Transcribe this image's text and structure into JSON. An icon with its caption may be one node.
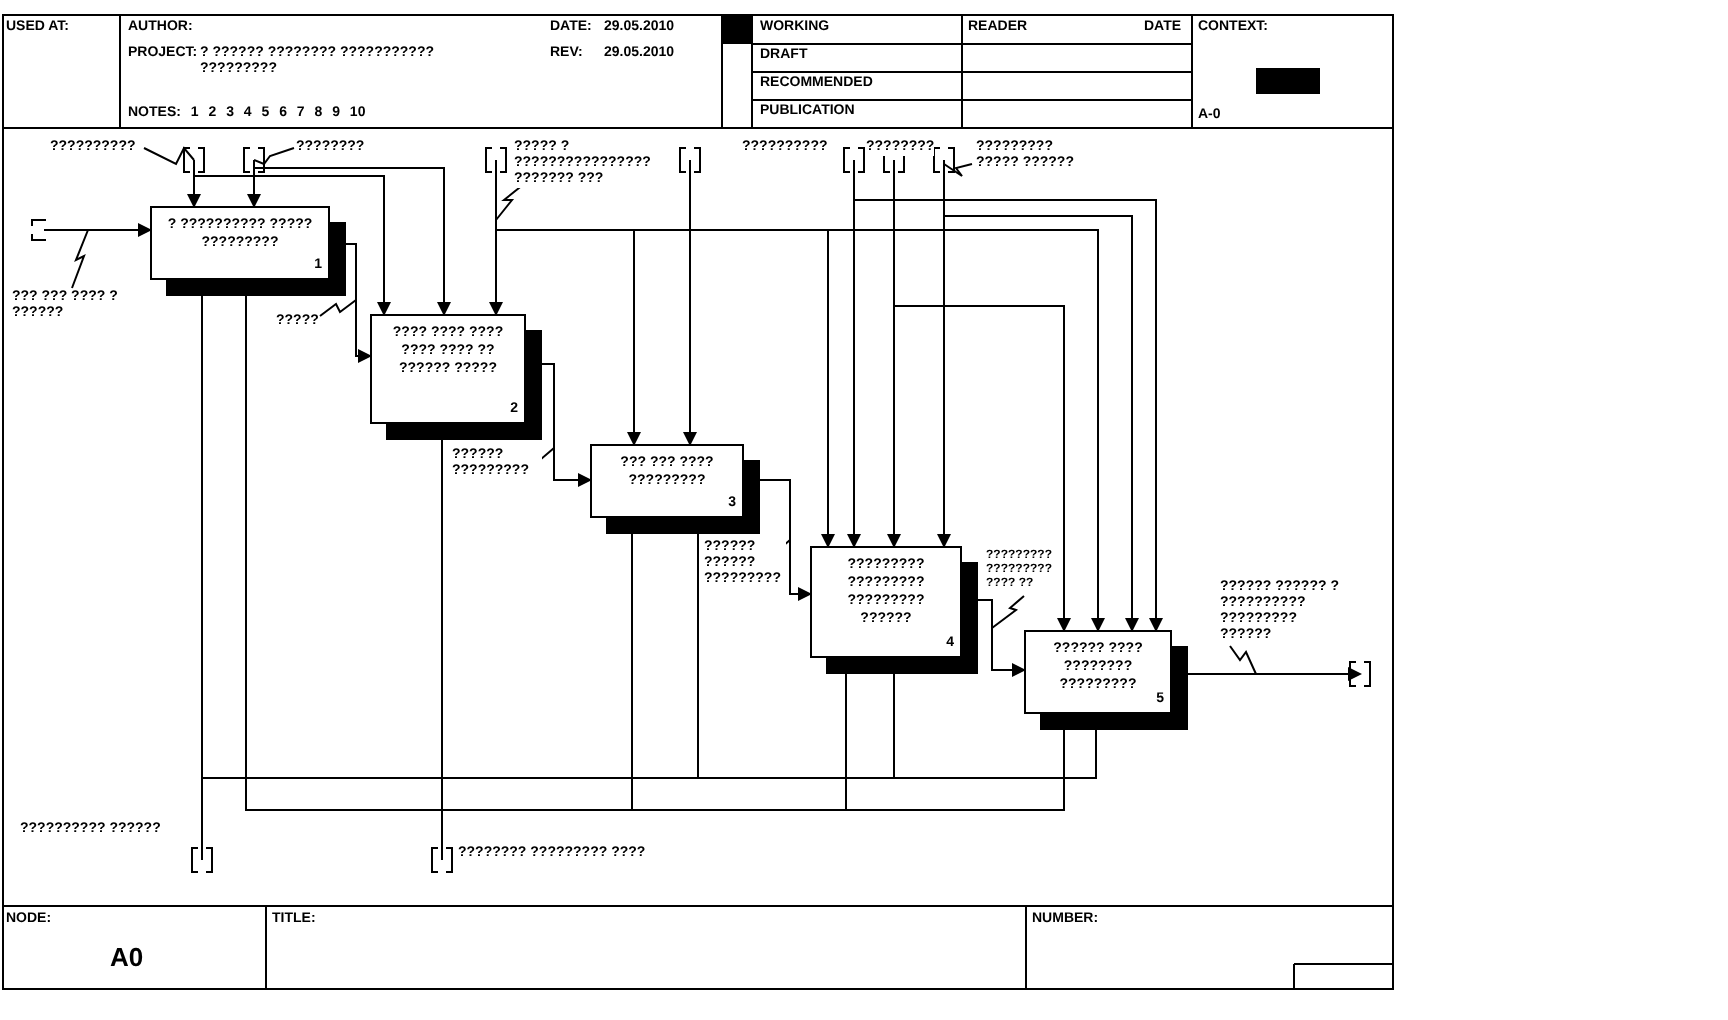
{
  "diagram": {
    "nodes": [
      {
        "text": [
          "? ?????????? ????? ?????????",
          "1"
        ]
      },
      {
        "text": [
          "???? ???? ???? ???? ???? ?? ?????? ?????",
          "2"
        ]
      },
      {
        "text": [
          "??? ??? ???? ?????????",
          "3"
        ]
      },
      {
        "text": [
          "????????? ????????? ????????? ??????",
          "4"
        ]
      },
      {
        "text": [
          "?????? ???? ???????? ?????????",
          "5"
        ]
      }
    ],
    "edges": [
      {
        "from": null,
        "to": 0,
        "arrow": "to",
        "label": "??? ??? ???? ? ??????"
      },
      {
        "from": null,
        "to": 0,
        "arrow": "to",
        "label": "??????????"
      },
      {
        "from": null,
        "to": 1,
        "arrow": "to"
      },
      {
        "from": null,
        "to": 0,
        "arrow": "to",
        "label": "????????"
      },
      {
        "from": null,
        "to": 1,
        "arrow": "to"
      },
      {
        "from": null,
        "to": 1,
        "arrow": "to",
        "label": "????? ? ???????????????? ??????? ???"
      },
      {
        "from": null,
        "to": 2,
        "arrow": "to"
      },
      {
        "from": null,
        "to": 3,
        "arrow": "to"
      },
      {
        "from": null,
        "to": 4,
        "arrow": "to"
      },
      {
        "from": null,
        "to": 2,
        "arrow": "to"
      },
      {
        "from": null,
        "to": 3,
        "arrow": "to",
        "label": "??????????"
      },
      {
        "from": null,
        "to": 4,
        "arrow": "to"
      },
      {
        "from": null,
        "to": 3,
        "arrow": "to",
        "label": "????????"
      },
      {
        "from": null,
        "to": 4,
        "arrow": "to"
      },
      {
        "from": null,
        "to": 3,
        "arrow": "to",
        "label": "????????? ????? ??????"
      },
      {
        "from": null,
        "to": 4,
        "arrow": "to"
      },
      {
        "from": 0,
        "to": 1,
        "arrow": "to",
        "label": "?????"
      },
      {
        "from": 1,
        "to": 2,
        "arrow": "to",
        "label": "?????? ?????????"
      },
      {
        "from": 2,
        "to": 3,
        "arrow": "to",
        "label": "?????? ?????? ?????????"
      },
      {
        "from": 3,
        "to": 4,
        "arrow": "to",
        "label": "????????? ????????? ???? ??"
      },
      {
        "from": 4,
        "to": null,
        "arrow": "to",
        "label": "?????? ?????? ? ?????????? ????????? ??????"
      },
      {
        "from": null,
        "to": 0,
        "arrow": "to",
        "label": "?????????? ??????"
      },
      {
        "from": null,
        "to": 2,
        "arrow": "to"
      },
      {
        "from": null,
        "to": 3,
        "arrow": "to"
      },
      {
        "from": null,
        "to": 4,
        "arrow": "to"
      },
      {
        "from": null,
        "to": 1,
        "arrow": "to",
        "label": "???????? ????????? ????"
      },
      {
        "from": null,
        "to": 0,
        "arrow": "to"
      },
      {
        "from": null,
        "to": 2,
        "arrow": "to"
      },
      {
        "from": null,
        "to": 3,
        "arrow": "to"
      },
      {
        "from": null,
        "to": 4,
        "arrow": "to"
      }
    ],
    "labels": [
      "USED AT:",
      "AUTHOR:",
      "PROJECT:",
      "? ?????? ???????? ??????????? ?????????",
      "NOTES: 1 2 3 4 5 6 7 8 9 10",
      "DATE:",
      "29.05.2010",
      "REV:",
      "29.05.2010",
      "WORKING",
      "DRAFT",
      "RECOMMENDED",
      "PUBLICATION",
      "READER",
      "DATE",
      "CONTEXT:",
      "A-0",
      "NODE:",
      "A0",
      "TITLE:",
      "NUMBER:"
    ]
  }
}
